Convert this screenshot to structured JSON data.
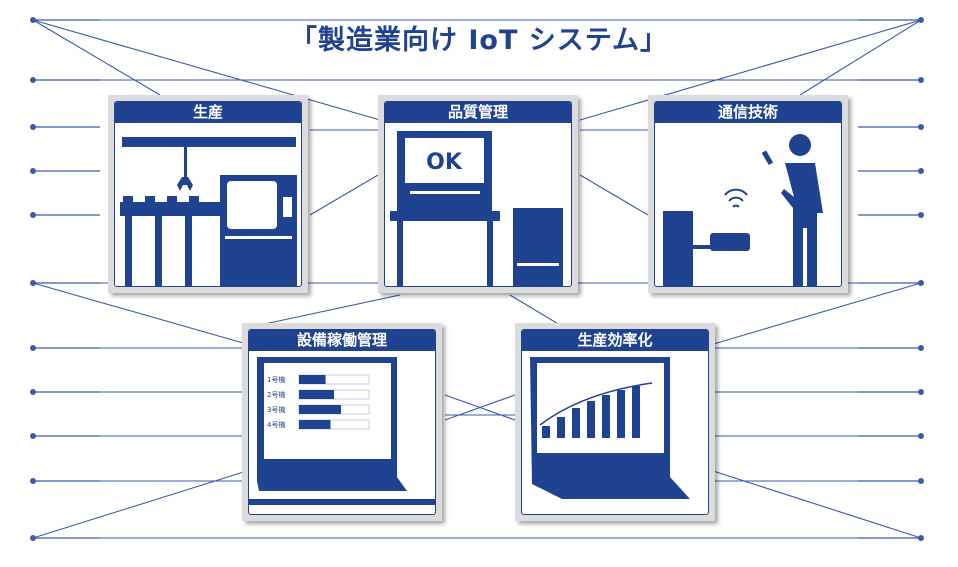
{
  "title": "「製造業向け IoT システム」",
  "panels": {
    "production": {
      "label": "生産"
    },
    "quality": {
      "label": "品質管理",
      "screen_text": "OK"
    },
    "communication": {
      "label": "通信技術"
    },
    "equipment": {
      "label": "設備稼働管理",
      "machines": [
        {
          "name": "1号機",
          "utilization": 0.38
        },
        {
          "name": "2号機",
          "utilization": 0.5
        },
        {
          "name": "3号機",
          "utilization": 0.6
        },
        {
          "name": "4号機",
          "utilization": 0.45
        }
      ]
    },
    "efficiency": {
      "label": "生産効率化"
    }
  },
  "colors": {
    "primary": "#1f4391",
    "frame": "#dcdcdc",
    "line": "#3b5bab"
  }
}
